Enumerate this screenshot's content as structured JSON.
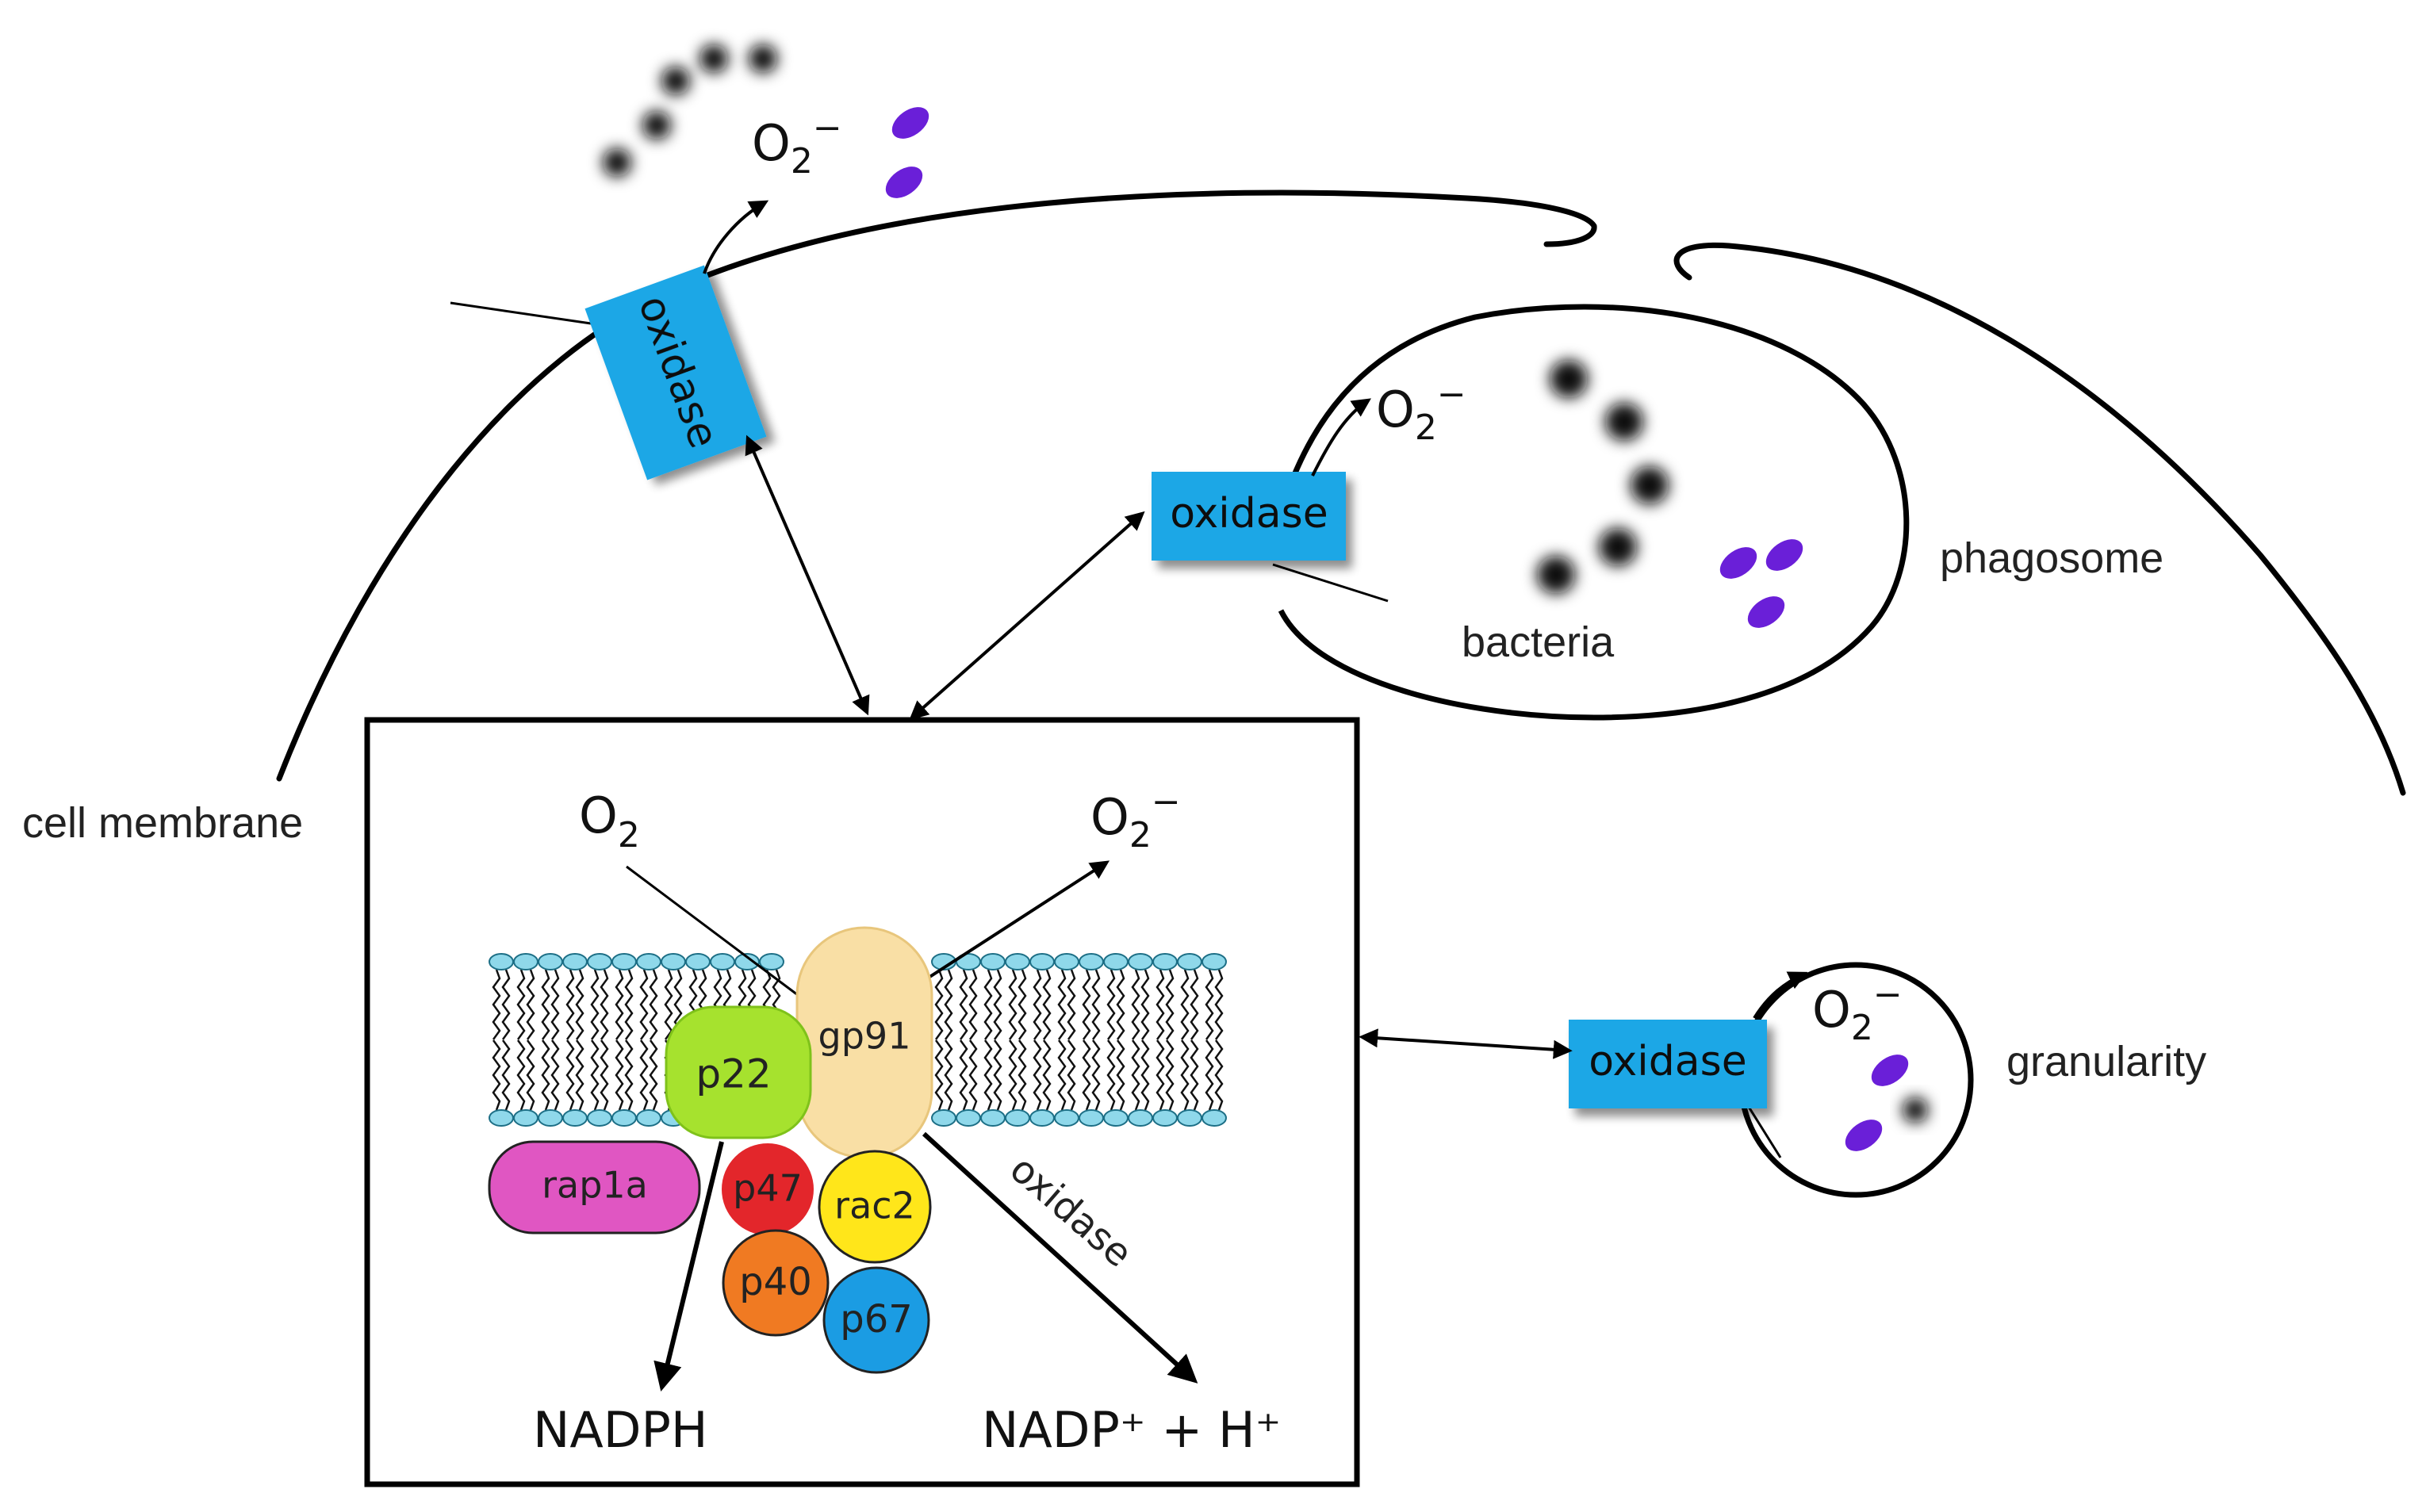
{
  "labels": {
    "cell_membrane": "cell membrane",
    "phagosome": "phagosome",
    "bacteria": "bacteria",
    "granularity": "granularity"
  },
  "oxidase_boxes": {
    "membrane": "oxidase",
    "phagosome": "oxidase",
    "granule": "oxidase"
  },
  "molecules": {
    "superoxide_base": "O",
    "superoxide_sub": "2",
    "superoxide_sup": "−",
    "oxygen_base": "O",
    "oxygen_sub": "2",
    "nadph": "NADPH",
    "nadp_plus_h": "NADP⁺ + H⁺"
  },
  "complex": {
    "gp91": "gp91",
    "p22": "p22",
    "rap1a": "rap1a",
    "p47": "p47",
    "rac2": "rac2",
    "p40": "p40",
    "p67": "p67",
    "oxidase_arrow_label": "oxidase"
  },
  "colors": {
    "oxidase_box": "#1aa7e6",
    "membrane_head": "#8fd8ea",
    "gp91": "#f9dfa5",
    "p22": "#a6e22e",
    "rap1a": "#e056c2",
    "p47": "#e3262b",
    "rac2": "#ffe61a",
    "p40": "#f07a22",
    "p67": "#1b9ce3",
    "purple_dot": "#6a1fd8"
  }
}
